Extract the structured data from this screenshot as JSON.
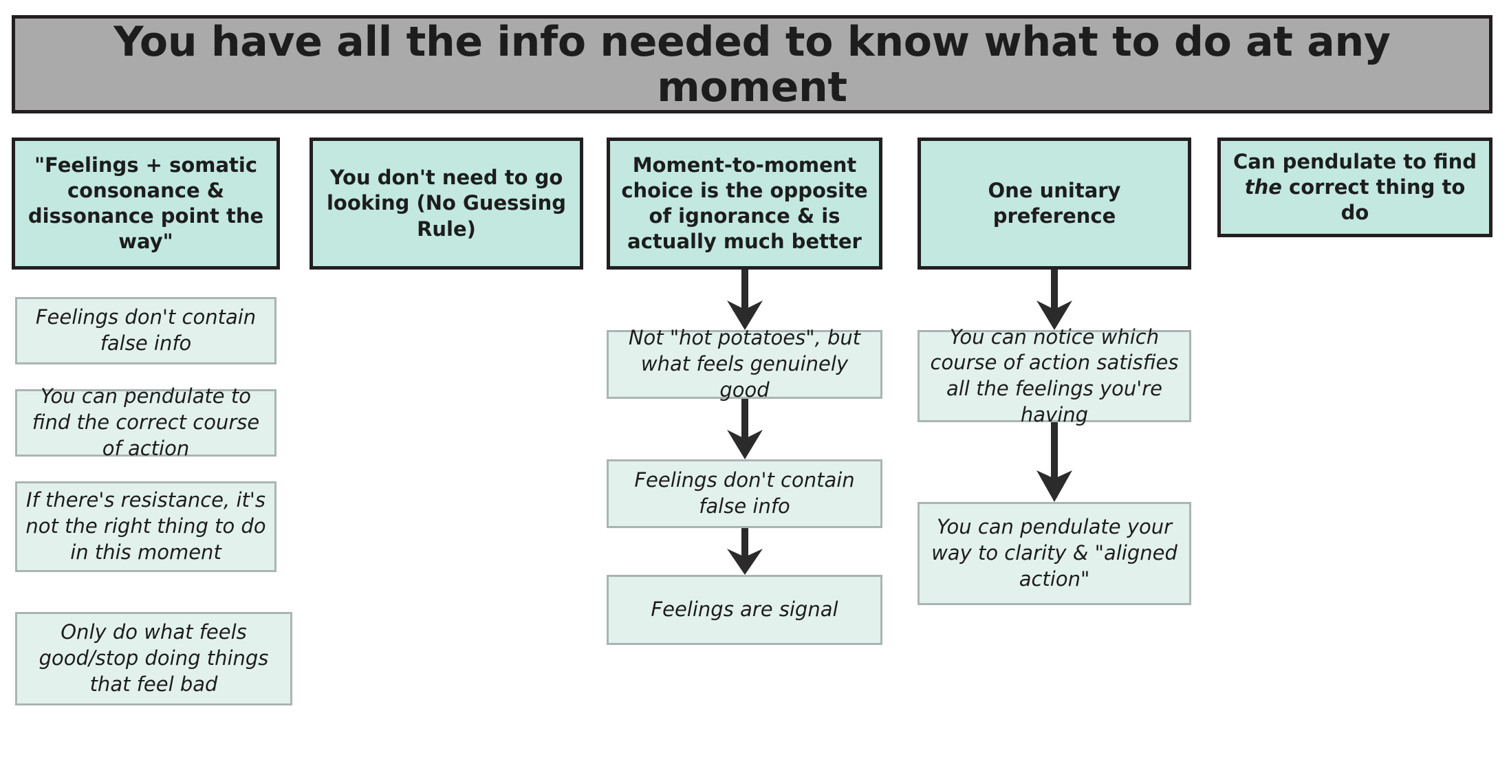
{
  "banner": {
    "title": "You have all the info needed to know what to do at any moment",
    "bg_color": "#aaaaaa",
    "border_color": "#231f20"
  },
  "palette": {
    "header_box_fill": "#c2e8e0",
    "header_box_border": "#231f20",
    "sub_box_fill": "#e3f1ed",
    "sub_box_border": "#a9b5b3",
    "arrow_color": "#2b2b2b",
    "text_color": "#1d1d1d",
    "page_bg": "#ffffff"
  },
  "columns": [
    {
      "id": "col-1",
      "header": "\"Feelings + somatic consonance & dissonance point the way\"",
      "has_arrows": false,
      "items": [
        "Feelings don't contain false info",
        "You can pendulate to find the correct course of action",
        "If there's resistance, it's not the right thing to do in this moment",
        "Only do what feels good/stop doing things that feel bad"
      ]
    },
    {
      "id": "col-2",
      "header": "You don't need to go looking (No Guessing Rule)",
      "has_arrows": false,
      "items": []
    },
    {
      "id": "col-3",
      "header": "Moment-to-moment choice is the opposite of ignorance & is actually much better",
      "has_arrows": true,
      "items": [
        "Not \"hot potatoes\", but what feels genuinely good",
        "Feelings don't contain false info",
        "Feelings are signal"
      ]
    },
    {
      "id": "col-4",
      "header": "One unitary preference",
      "has_arrows": true,
      "items": [
        "You can notice which course of action satisfies all the feelings you're having",
        "You can pendulate your way to clarity & \"aligned action\""
      ]
    },
    {
      "id": "col-5",
      "header_html": "Can pendulate to find <em>the</em> correct thing to do",
      "header_plain": "Can pendulate to find the correct thing to do",
      "has_arrows": false,
      "items": []
    }
  ]
}
